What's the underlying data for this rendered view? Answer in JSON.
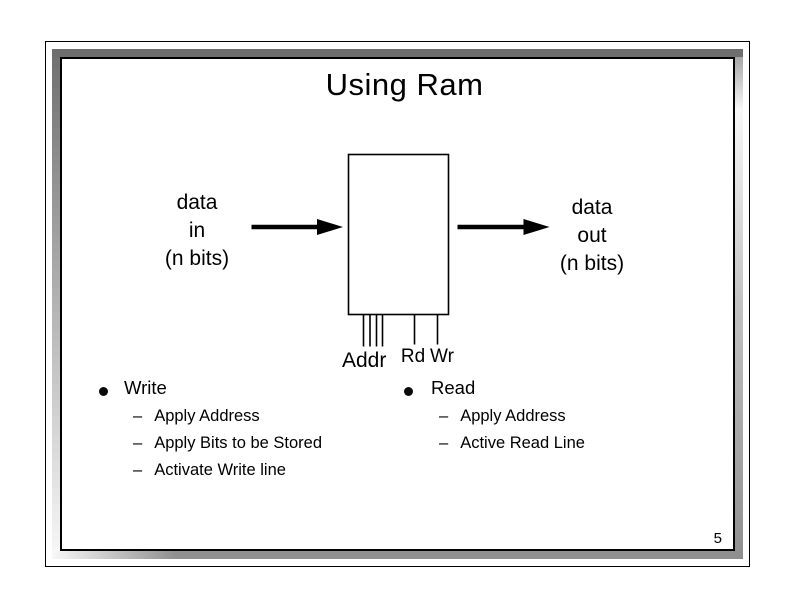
{
  "slide": {
    "title": "Using Ram",
    "page_number": "5",
    "frame_colors": {
      "dark": "#6e6e6e",
      "mid": "#9a9a9a",
      "mid2": "#8f8f8f",
      "light": "#f8f8f8"
    },
    "diagram": {
      "data_in": [
        "data",
        "in",
        "(n bits)"
      ],
      "data_out": [
        "data",
        "out",
        "(n bits)"
      ],
      "addr_label": "Addr",
      "rd_label": "Rd",
      "wr_label": "Wr"
    },
    "bullets": {
      "dash": "–",
      "write": {
        "title": "Write",
        "items": [
          "Apply Address",
          "Apply Bits to be Stored",
          "Activate Write line"
        ]
      },
      "read": {
        "title": "Read",
        "items": [
          "Apply Address",
          "Active Read Line"
        ]
      }
    }
  }
}
